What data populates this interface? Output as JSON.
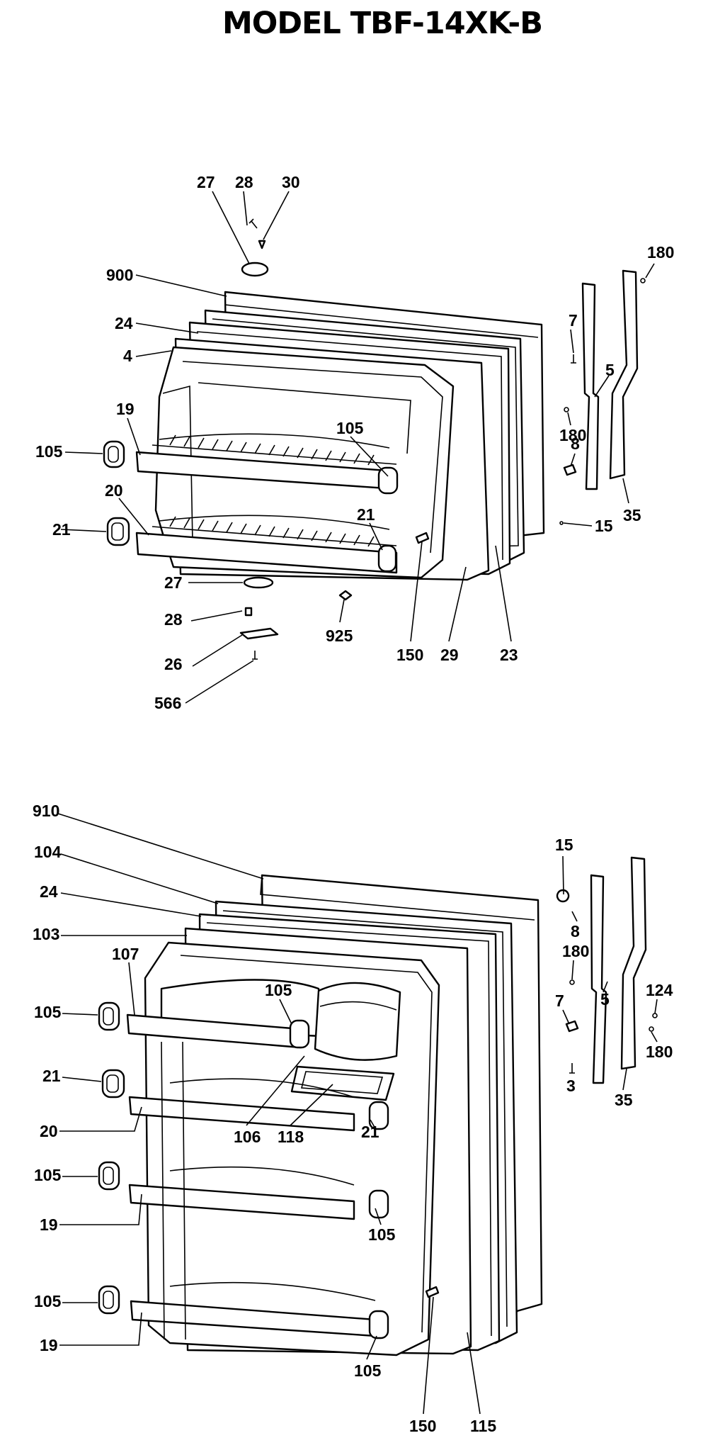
{
  "title": "MODEL TBF-14XK-B",
  "freezer_door": {
    "labels": [
      "27",
      "28",
      "30",
      "900",
      "24",
      "4",
      "19",
      "105",
      "20",
      "21",
      "105",
      "21",
      "27",
      "28",
      "26",
      "566",
      "925",
      "150",
      "29",
      "23",
      "180",
      "7",
      "5",
      "180",
      "8",
      "15",
      "35"
    ]
  },
  "fresh_food_door": {
    "labels": [
      "910",
      "104",
      "24",
      "103",
      "107",
      "105",
      "105",
      "21",
      "20",
      "105",
      "19",
      "105",
      "19",
      "106",
      "118",
      "21",
      "105",
      "105",
      "150",
      "115",
      "15",
      "8",
      "180",
      "7",
      "5",
      "124",
      "180",
      "3",
      "35"
    ]
  }
}
